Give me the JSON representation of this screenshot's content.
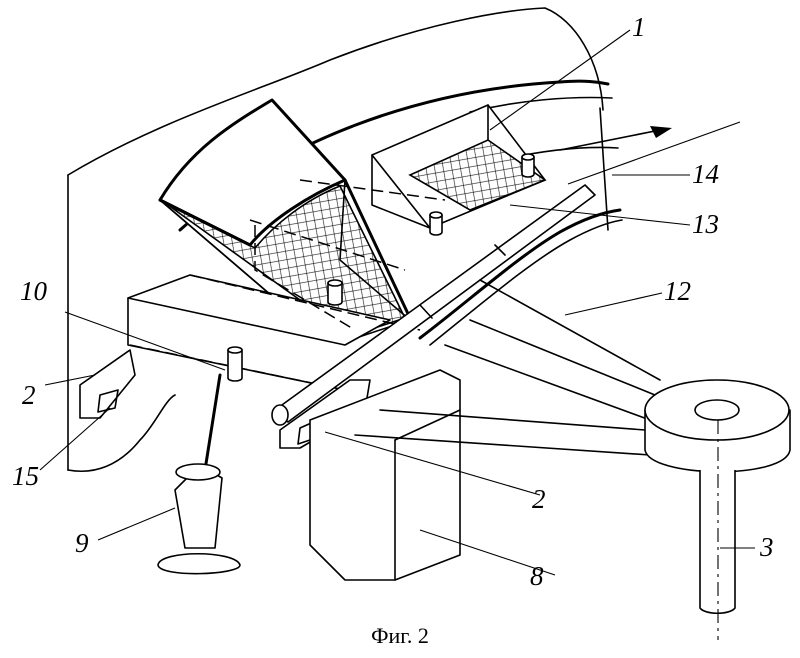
{
  "caption": "Фиг. 2",
  "labels": {
    "l1": "1",
    "l2a": "2",
    "l2b": "2",
    "l3": "3",
    "l8": "8",
    "l9": "9",
    "l10": "10",
    "l12": "12",
    "l13": "13",
    "l14": "14",
    "l15": "15"
  }
}
